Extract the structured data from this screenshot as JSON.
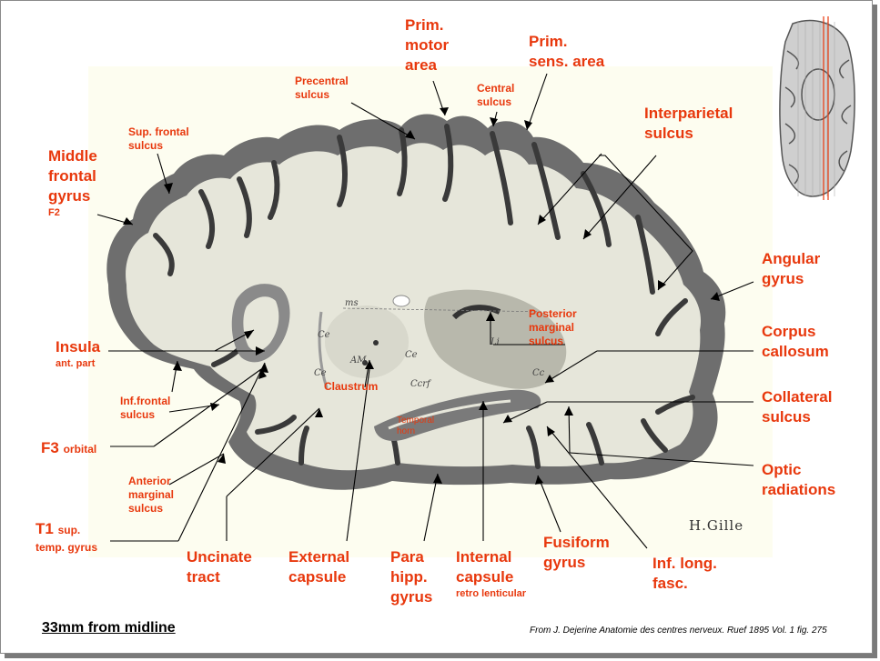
{
  "labels": {
    "prim_motor": [
      "Prim.",
      "motor",
      "area"
    ],
    "prim_sens": [
      "Prim.",
      "sens. area"
    ],
    "precentral": [
      "Precentral",
      "sulcus"
    ],
    "central": [
      "Central",
      "sulcus"
    ],
    "interparietal": [
      "Interparietal",
      "sulcus"
    ],
    "sup_frontal": [
      "Sup. frontal",
      "sulcus"
    ],
    "middle_frontal": [
      "Middle",
      "frontal",
      "gyrus"
    ],
    "middle_frontal_sub": "F2",
    "angular": [
      "Angular",
      "gyrus"
    ],
    "insula": "Insula",
    "insula_sub": "ant. part",
    "posterior_marginal": [
      "Posterior",
      "marginal",
      "sulcus"
    ],
    "corpus_callosum": [
      "Corpus",
      "callosum"
    ],
    "claustrum": "Claustrum",
    "inf_frontal": [
      "Inf.frontal",
      "sulcus"
    ],
    "collateral": [
      "Collateral",
      "sulcus"
    ],
    "temporal_horn": [
      "Temporal",
      "horn"
    ],
    "f3": "F3",
    "f3_sub": "orbital",
    "optic": [
      "Optic",
      "radiations"
    ],
    "anterior_marginal": [
      "Anterior",
      "marginal",
      "sulcus"
    ],
    "t1": "T1",
    "t1_sub": [
      "sup.",
      "temp. gyrus"
    ],
    "fusiform": [
      "Fusiform",
      "gyrus"
    ],
    "uncinate": [
      "Uncinate",
      "tract"
    ],
    "external": [
      "External",
      "capsule"
    ],
    "para": [
      "Para",
      "hipp.",
      "gyrus"
    ],
    "internal": [
      "Internal",
      "capsule"
    ],
    "internal_sub": "retro lenticular",
    "inf_long": [
      "Inf. long.",
      "fasc."
    ]
  },
  "plate_markings": {
    "ms": "ms",
    "ce1": "Ce",
    "ce2": "Ce",
    "am": "AM",
    "ce3": "Ce",
    "li": "Li",
    "cc": "Cc",
    "cca": "Ccrf"
  },
  "signature": "H.Gille",
  "caption": "33mm from midline",
  "credit": "From J. Dejerine Anatomie des centres nerveux. Ruef 1895 Vol. 1 fig. 275",
  "colors": {
    "label": "#e8380d",
    "plate_bg": "#fdfdf0",
    "cortex": "#6a6a6a",
    "white_matter": "#e6e6da"
  }
}
